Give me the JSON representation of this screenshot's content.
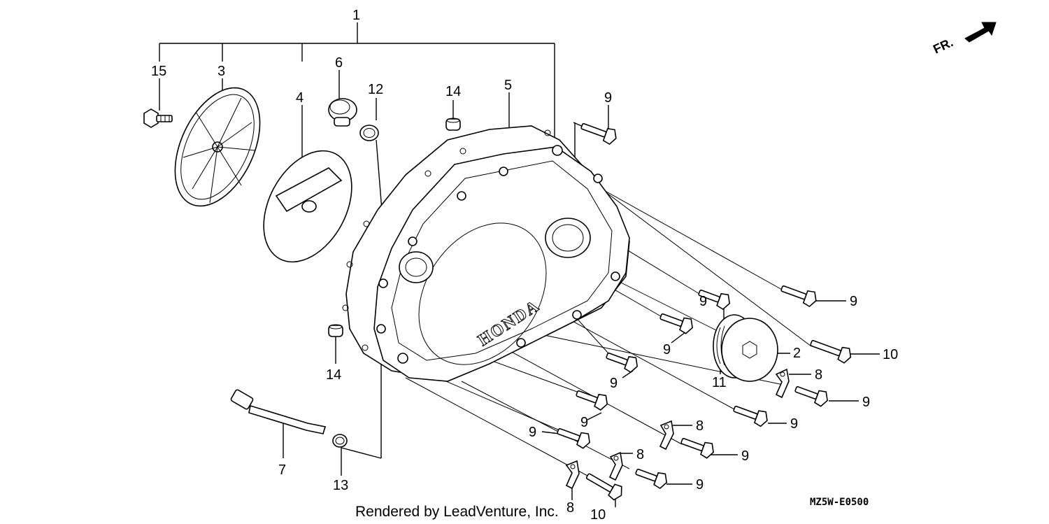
{
  "callouts": {
    "c1": "1",
    "c2": "2",
    "c3": "3",
    "c4": "4",
    "c5": "5",
    "c6": "6",
    "c7": "7",
    "c8a": "8",
    "c8b": "8",
    "c8c": "8",
    "c8d": "8",
    "c9a": "9",
    "c9b": "9",
    "c9c": "9",
    "c9d": "9",
    "c9e": "9",
    "c9f": "9",
    "c9g": "9",
    "c9h": "9",
    "c9i": "9",
    "c9j": "9",
    "c9k": "9",
    "c10a": "10",
    "c10b": "10",
    "c11": "11",
    "c12": "12",
    "c13": "13",
    "c14a": "14",
    "c14b": "14",
    "c15": "15"
  },
  "brand_embossing": "HONDA",
  "front_indicator": "FR.",
  "diagram_code": "MZ5W-E0500",
  "credit": "Rendered by LeadVenture, Inc."
}
